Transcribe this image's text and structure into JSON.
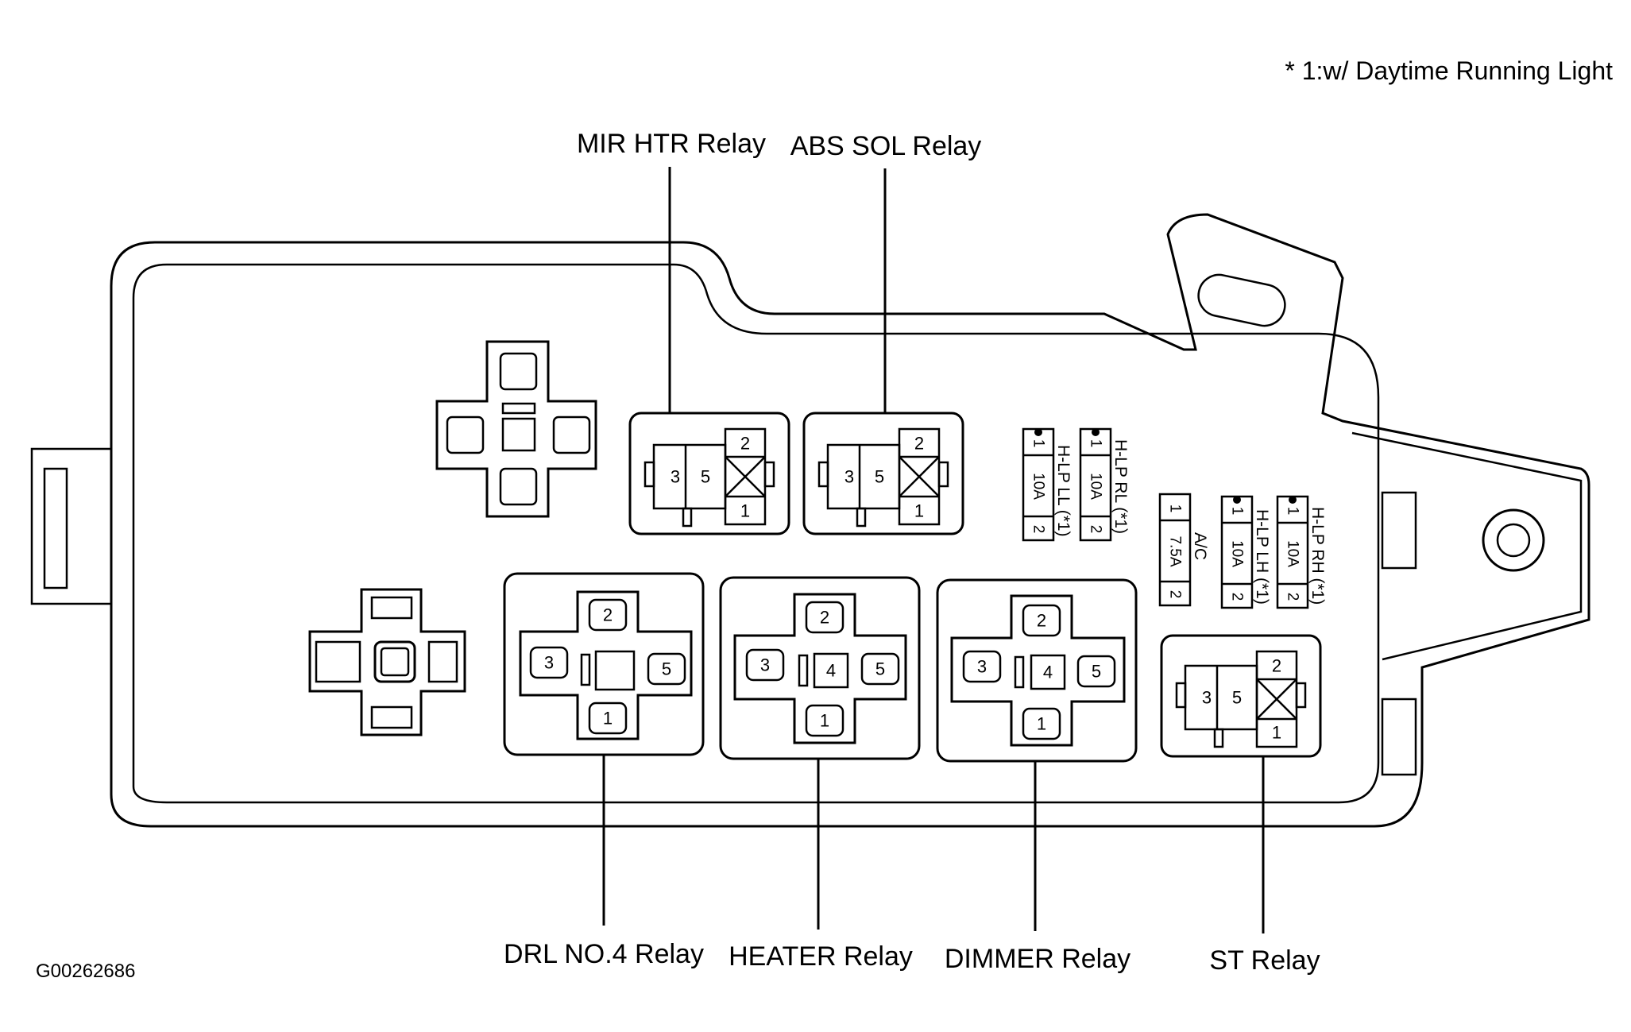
{
  "note": "* 1:w/ Daytime Running Light",
  "code": "G00262686",
  "relays": {
    "mir_htr": {
      "label": "MIR HTR Relay",
      "pins": [
        "3",
        "5",
        "2",
        "1"
      ]
    },
    "abs_sol": {
      "label": "ABS SOL Relay",
      "pins": [
        "3",
        "5",
        "2",
        "1"
      ]
    },
    "drl_no4": {
      "label": "DRL NO.4 Relay",
      "pins": [
        "2",
        "3",
        "5",
        "1"
      ]
    },
    "heater": {
      "label": "HEATER Relay",
      "pins": [
        "2",
        "3",
        "4",
        "5",
        "1"
      ]
    },
    "dimmer": {
      "label": "DIMMER Relay",
      "pins": [
        "2",
        "3",
        "4",
        "5",
        "1"
      ]
    },
    "st": {
      "label": "ST Relay",
      "pins": [
        "3",
        "5",
        "2",
        "1"
      ]
    }
  },
  "fuses": [
    {
      "name": "H-LP LL (*1)",
      "top": "1",
      "rating": "10A",
      "bottom": "2"
    },
    {
      "name": "H-LP RL (*1)",
      "top": "1",
      "rating": "10A",
      "bottom": "2"
    },
    {
      "name": "A/C",
      "top": "1",
      "rating": "7.5A",
      "bottom": "2"
    },
    {
      "name": "H-LP LH (*1)",
      "top": "1",
      "rating": "10A",
      "bottom": "2"
    },
    {
      "name": "H-LP RH (*1)",
      "top": "1",
      "rating": "10A",
      "bottom": "2"
    }
  ]
}
